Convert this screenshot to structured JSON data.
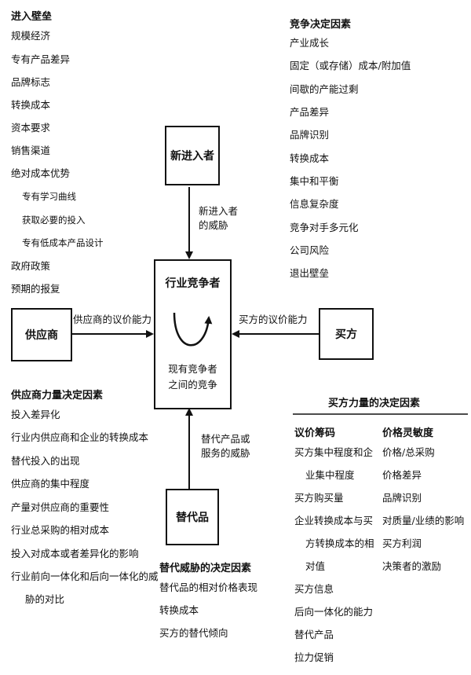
{
  "entry_barriers": {
    "title": "进入壁垒",
    "items": [
      "规模经济",
      "专有产品差异",
      "品牌标志",
      "转换成本",
      "资本要求",
      "销售渠道",
      "绝对成本优势"
    ],
    "sub_items": [
      "专有学习曲线",
      "获取必要的投入",
      "专有低成本产品设计"
    ],
    "more_items": [
      "政府政策",
      "预期的报复"
    ]
  },
  "rivalry_determinants": {
    "title": "竞争决定因素",
    "items": [
      "产业成长",
      "固定（或存储）成本/附加值",
      "间歇的产能过剩",
      "产品差异",
      "品牌识别",
      "转换成本",
      "集中和平衡",
      "信息复杂度",
      "竞争对手多元化",
      "公司风险",
      "退出壁垒"
    ]
  },
  "boxes": {
    "new_entrants": "新进入者",
    "suppliers": "供应商",
    "buyers": "买方",
    "substitutes": "替代品",
    "center_title": "行业竞争者",
    "center_sub1": "现有竞争者",
    "center_sub2": "之间的竞争"
  },
  "arrow_labels": {
    "entrants_1": "新进入者",
    "entrants_2": "的威胁",
    "supplier": "供应商的议价能力",
    "buyer": "买方的议价能力",
    "substitute_1": "替代产品或",
    "substitute_2": "服务的威胁"
  },
  "supplier_power": {
    "title": "供应商力量决定因素",
    "items": [
      "投入差异化",
      "行业内供应商和企业的转换成本",
      "替代投入的出现",
      "供应商的集中程度",
      "产量对供应商的重要性",
      "行业总采购的相对成本",
      "投入对成本或者差异化的影响",
      "行业前向一体化和后向一体化的威",
      "胁的对比"
    ]
  },
  "substitute_threat": {
    "title": "替代威胁的决定因素",
    "items": [
      "替代品的相对价格表现",
      "转换成本",
      "买方的替代倾向"
    ]
  },
  "buyer_power": {
    "title": "买方力量的决定因素",
    "left_title": "议价筹码",
    "left_items": [
      "买方集中程度和企",
      "业集中程度",
      "买方购买量",
      "企业转换成本与买",
      "方转换成本的相",
      "对值",
      "买方信息",
      "后向一体化的能力",
      "替代产品",
      "拉力促销"
    ],
    "right_title": "价格灵敏度",
    "right_items": [
      "价格/总采购",
      "价格差异",
      "品牌识别",
      "对质量/业绩的影响",
      "买方利润",
      "决策者的激励"
    ]
  }
}
